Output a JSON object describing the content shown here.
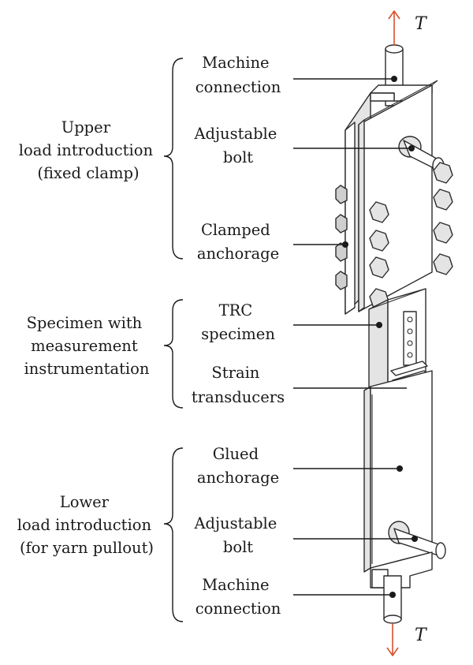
{
  "force_label": "T",
  "groups": [
    {
      "lines": [
        "Upper",
        "load introduction",
        "(fixed clamp)"
      ]
    },
    {
      "lines": [
        "Specimen with",
        "measurement",
        "instrumentation"
      ]
    },
    {
      "lines": [
        "Lower",
        "load introduction",
        "(for yarn pullout)"
      ]
    }
  ],
  "labels": [
    {
      "lines": [
        "Machine",
        "connection"
      ]
    },
    {
      "lines": [
        "Adjustable",
        "bolt"
      ]
    },
    {
      "lines": [
        "Clamped",
        "anchorage"
      ]
    },
    {
      "lines": [
        "TRC",
        "specimen"
      ]
    },
    {
      "lines": [
        "Strain",
        "transducers"
      ]
    },
    {
      "lines": [
        "Glued",
        "anchorage"
      ]
    },
    {
      "lines": [
        "Adjustable",
        "bolt"
      ]
    },
    {
      "lines": [
        "Machine",
        "connection"
      ]
    }
  ],
  "colors": {
    "arrow": "#d9512c",
    "line": "#1a1a1a"
  }
}
